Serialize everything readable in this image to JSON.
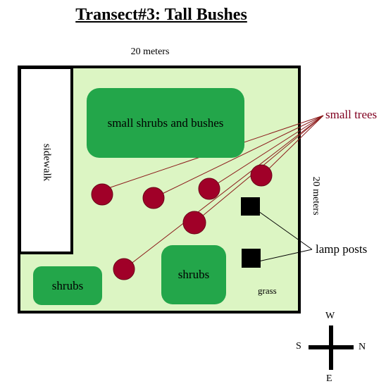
{
  "title": "Transect#3: Tall Bushes",
  "dimensions": {
    "width_label": "20 meters",
    "height_label": "20 meters"
  },
  "areas": {
    "sidewalk": "sidewalk",
    "shrub_bed_large": "small shrubs and bushes",
    "shrub_bed_left": "shrubs",
    "shrub_bed_middle": "shrubs",
    "ground": "grass"
  },
  "callouts": {
    "trees": "small trees",
    "lamps": "lamp posts"
  },
  "compass": {
    "north": "N",
    "south": "S",
    "east": "E",
    "west": "W"
  },
  "colors": {
    "grass": "#dcf5c3",
    "shrubs": "#23a64a",
    "tree": "#a00028",
    "tree_outline": "#6a0018",
    "tree_callout_line": "#8b1a1a",
    "lamp_post": "#000000"
  },
  "counts": {
    "trees": 6,
    "lamp_posts": 2
  }
}
